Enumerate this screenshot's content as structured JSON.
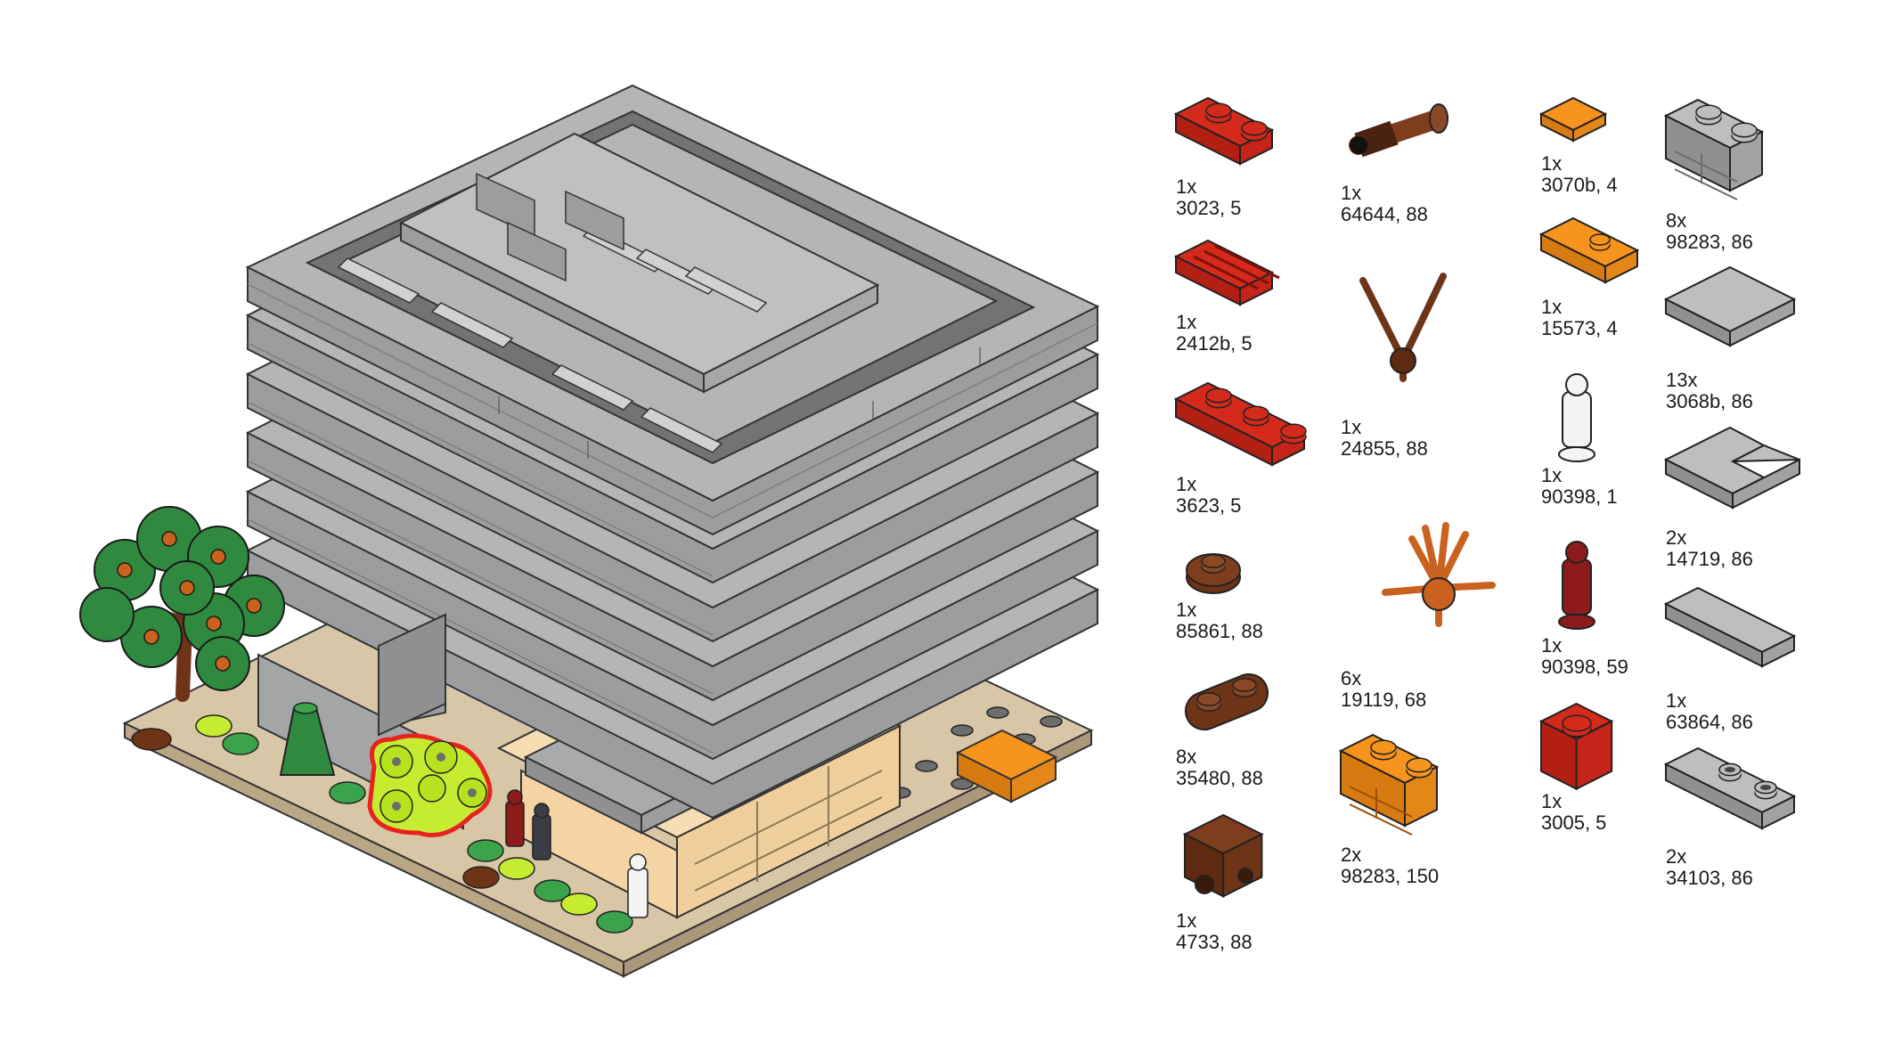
{
  "instructions": {
    "step": "parts-callout",
    "assembly_icon": "isometric-building-model",
    "highlight_color": "#e8231f",
    "highlighted_part": "flower-cluster"
  },
  "colors": {
    "red": "#d42a1c",
    "reddish_brown": "#6e3418",
    "orange": "#f7941d",
    "dark_orange": "#c8621e",
    "light_bluish_gray": "#a9aaab",
    "dark_bluish_gray": "#6b6e6c",
    "tan": "#f2d5a7",
    "green": "#2f8a3f",
    "lime": "#c6ec32",
    "white": "#f4f4f4",
    "dark_red": "#8e1b1b"
  },
  "parts": [
    {
      "id": "p3023",
      "qty": "1x",
      "ref": "3023, 5",
      "icon": "plate-1x2-icon"
    },
    {
      "id": "p2412b",
      "qty": "1x",
      "ref": "2412b, 5",
      "icon": "grille-tile-icon"
    },
    {
      "id": "p3623",
      "qty": "1x",
      "ref": "3623, 5",
      "icon": "plate-1x3-icon"
    },
    {
      "id": "p85861",
      "qty": "1x",
      "ref": "85861, 88",
      "icon": "round-plate-icon"
    },
    {
      "id": "p35480",
      "qty": "8x",
      "ref": "35480, 88",
      "icon": "rounded-plate-1x2-icon"
    },
    {
      "id": "p4733",
      "qty": "1x",
      "ref": "4733, 88",
      "icon": "studs-on-sides-brick-icon"
    },
    {
      "id": "p64644",
      "qty": "1x",
      "ref": "64644, 88",
      "icon": "telescope-icon"
    },
    {
      "id": "p24855",
      "qty": "1x",
      "ref": "24855, 88",
      "icon": "branch-y-icon"
    },
    {
      "id": "p19119",
      "qty": "6x",
      "ref": "19119, 68",
      "icon": "plant-stem-icon"
    },
    {
      "id": "p98283a",
      "qty": "2x",
      "ref": "98283, 150",
      "icon": "masonry-brick-icon"
    },
    {
      "id": "p3070b",
      "qty": "1x",
      "ref": "3070b, 4",
      "icon": "tile-1x1-icon"
    },
    {
      "id": "p15573",
      "qty": "1x",
      "ref": "15573, 4",
      "icon": "jumper-plate-icon"
    },
    {
      "id": "p90398a",
      "qty": "1x",
      "ref": "90398, 1",
      "icon": "minifig-statuette-icon"
    },
    {
      "id": "p90398b",
      "qty": "1x",
      "ref": "90398, 59",
      "icon": "minifig-statuette-icon"
    },
    {
      "id": "p3005",
      "qty": "1x",
      "ref": "3005, 5",
      "icon": "brick-1x1-icon"
    },
    {
      "id": "p98283b",
      "qty": "8x",
      "ref": "98283, 86",
      "icon": "masonry-brick-icon"
    },
    {
      "id": "p3068b",
      "qty": "13x",
      "ref": "3068b, 86",
      "icon": "tile-2x2-icon"
    },
    {
      "id": "p14719",
      "qty": "2x",
      "ref": "14719, 86",
      "icon": "corner-tile-icon"
    },
    {
      "id": "p63864",
      "qty": "1x",
      "ref": "63864, 86",
      "icon": "tile-1x3-icon"
    },
    {
      "id": "p34103",
      "qty": "2x",
      "ref": "34103, 86",
      "icon": "modified-plate-icon"
    }
  ]
}
